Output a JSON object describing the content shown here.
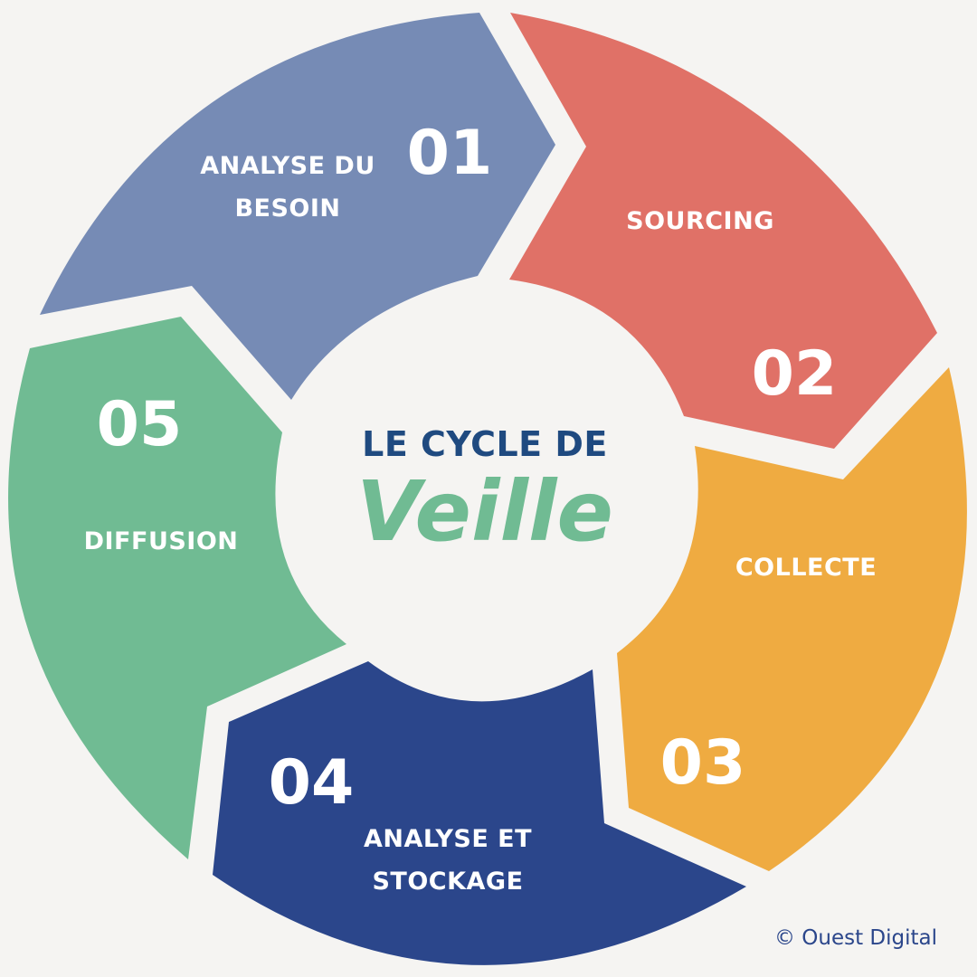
{
  "center": {
    "line1": "LE CYCLE DE",
    "line2": "Veille",
    "line1_color": "#1f4a80",
    "line2_color": "#70bb93"
  },
  "segments": [
    {
      "number": "01",
      "label_lines": [
        "ANALYSE DU",
        "BESOIN"
      ],
      "color": "#768bb5"
    },
    {
      "number": "02",
      "label_lines": [
        "SOURCING"
      ],
      "color": "#e07167"
    },
    {
      "number": "03",
      "label_lines": [
        "COLLECTE"
      ],
      "color": "#efab41"
    },
    {
      "number": "04",
      "label_lines": [
        "ANALYSE ET",
        "STOCKAGE"
      ],
      "color": "#2b468b"
    },
    {
      "number": "05",
      "label_lines": [
        "DIFFUSION"
      ],
      "color": "#70bb93"
    }
  ],
  "footer": {
    "copyright": "© Ouest Digital",
    "color": "#2b468b"
  },
  "background_color": "#f5f4f2"
}
